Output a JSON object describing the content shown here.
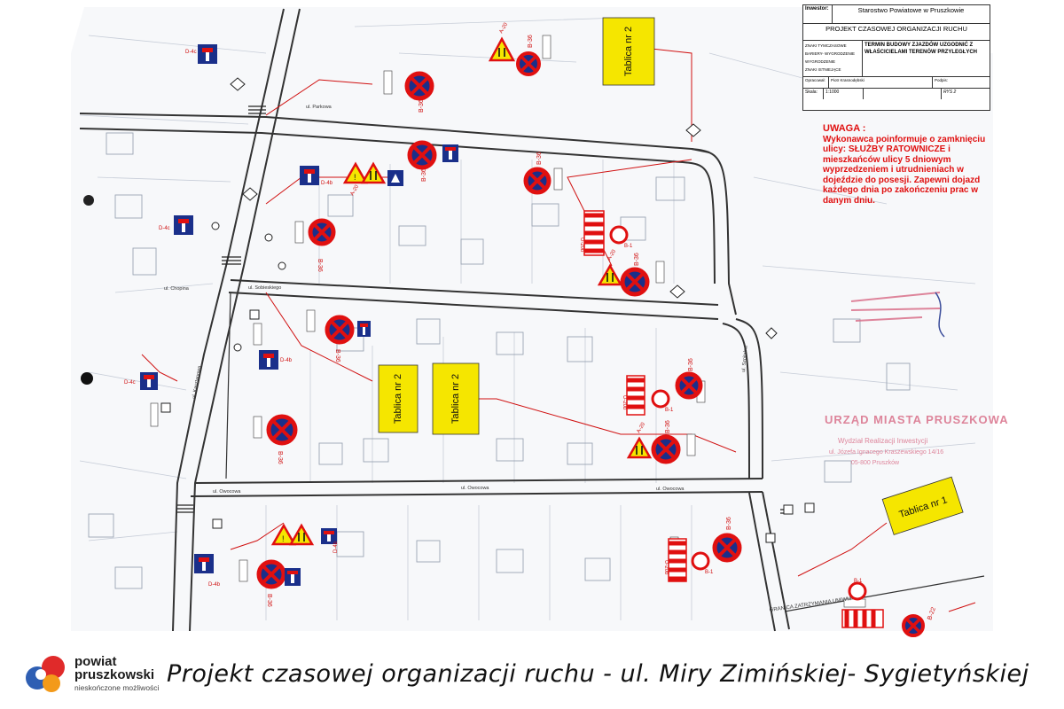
{
  "title_block": {
    "investor_label": "Inwestor:",
    "investor": "Starostwo Powiatowe w Pruszkowie",
    "project": "PROJEKT CZASOWEJ ORGANIZACJI RUCHU",
    "legend_items": [
      "ZNAKI TYMCZASOWE",
      "BARIERY- WYGRODZENIE",
      "WYGRODZENIE",
      "ZNAKI ISTNIEJĄCE"
    ],
    "note": "TERMIN BUDOWY ZJAZDÓW UZGODNIĆ Z WŁAŚCICIELAMI TERENÓW PRZYLEGŁYCH",
    "prepared_label": "Opracował:",
    "prepared_by": "Piotr Krasnodębski",
    "sign_label": "Podpis:",
    "scale_label": "Skala:",
    "scale": "1:1000",
    "drawing_no": "RYS 2"
  },
  "warning": {
    "heading": "UWAGA :",
    "text": "Wykonawca poinformuje o zamknięciu ulicy: SŁUŻBY RATOWNICZE i mieszkańców ulicy 5 dniowym wyprzedzeniem i utrudnieniach w dojeździe do posesji. Zapewni dojazd każdego dnia po zakończeniu prac w danym dniu."
  },
  "boards": [
    "Tablica nr 2",
    "Tablica nr 2",
    "Tablica nr 2",
    "Tablica nr 1"
  ],
  "street_labels": [
    "ul. Parkowa",
    "ul. Chopina",
    "ul. Sobieskiego",
    "ul. Owocowa",
    "ul. Kasztanowa",
    "ul. Szpitalna"
  ],
  "sign_codes": {
    "b36": "B-36",
    "b1": "B-1",
    "a20": "A-20",
    "d4b": "D-4b",
    "d4c": "D-4c",
    "u20b": "U-20b",
    "b22": "B-22"
  },
  "stamp_text": {
    "office": "URZĄD MIASTA PRUSZKOWA",
    "dept": "Wydział Realizacji Inwestycji",
    "address": "ul. Józefa Ignacego Kraszewskiego 14/16",
    "city": "05-800 Pruszków"
  },
  "boundary_label": "GRANICA ZATRZYMANIA UMiWM",
  "footer": {
    "logo_line1": "powiat",
    "logo_line2": "pruszkowski",
    "logo_tagline": "nieskończone możliwości",
    "caption": "Projekt czasowej organizacji ruchu  - ul. Miry Zimińskiej- Sygietyńskiej"
  },
  "colors": {
    "sign_red": "#e01010",
    "sign_blue": "#1a2f8a",
    "board_yellow": "#f5e600",
    "warning_red": "#e01010",
    "stamp_pink": "#d9708a",
    "logo_blue": "#2f5fb3",
    "logo_red": "#e02a2a",
    "logo_orange": "#f39a1a"
  }
}
